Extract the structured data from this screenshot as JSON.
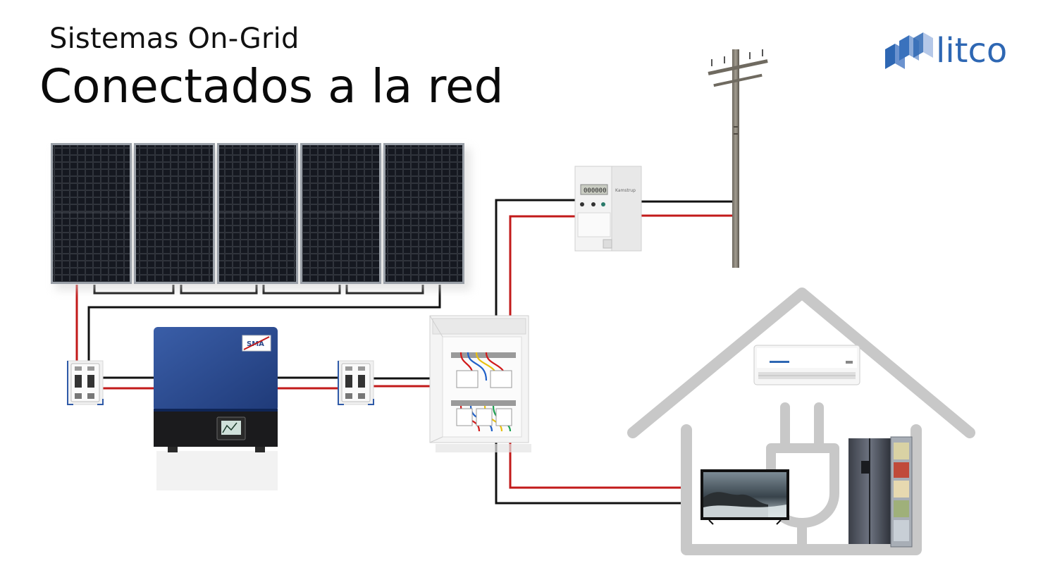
{
  "header": {
    "subtitle": "Sistemas On-Grid",
    "title": "Conectados a la red"
  },
  "logo": {
    "text": "litco",
    "icon": "cube-stack-logo",
    "color": "#2e67b3"
  },
  "inverter": {
    "brand_label": "SMA"
  },
  "meter": {
    "display": "000000",
    "brand_label": "Kamstrup"
  },
  "colors": {
    "wire_positive": "#c21a1a",
    "wire_negative": "#111111",
    "panel": "#1f2228",
    "inverter_blue": "#2c4a8c",
    "house_outline": "#c8c8c8"
  },
  "icons": {
    "solar_panels": "solar-panel-icon",
    "breaker": "circuit-breaker-icon",
    "inverter": "inverter-icon",
    "distribution_board": "distribution-board-icon",
    "meter": "energy-meter-icon",
    "pole": "utility-pole-icon",
    "house": "house-outline-icon",
    "plug": "plug-icon",
    "air_conditioner": "air-conditioner-icon",
    "tv": "tv-icon",
    "fridge": "fridge-icon"
  }
}
